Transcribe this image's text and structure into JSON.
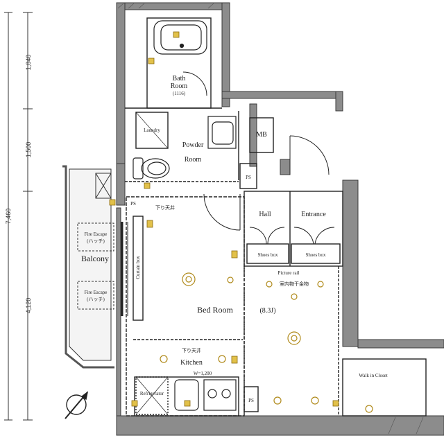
{
  "dimensions": {
    "total": "7,460",
    "upper": "1,840",
    "middle": "1,500",
    "lower": "4,120"
  },
  "rooms": {
    "bath": "Bath",
    "bath_sub": "Room",
    "bath_size": "(1116)",
    "laundry": "Laundry",
    "powder": "Powder",
    "powder_sub": "Room",
    "mb": "MB",
    "ps_top": "PS",
    "ps_bottom": "PS",
    "ps_small": "PS",
    "hall": "Hall",
    "entrance": "Entrance",
    "shoes_box_1": "Shoes box",
    "shoes_box_2": "Shoes box",
    "picture_rail": "Picture rail",
    "ceiling_fixture": "室内物干金物",
    "lowered_ceiling_1": "下り天井",
    "lowered_ceiling_2": "下り天井",
    "curtain_box": "Curtain box",
    "balcony": "Balcony",
    "fire_escape_1": "Fire Escape",
    "fire_escape_1_sub": "(ハッチ)",
    "fire_escape_2": "Fire Escape",
    "fire_escape_2_sub": "(ハッチ)",
    "bedroom": "Bed Room",
    "bedroom_size": "(8.3J)",
    "kitchen": "Kitchen",
    "kitchen_width": "W=1,200",
    "refrigerator": "Refrigerator",
    "walk_in_closet": "Walk in Closet"
  },
  "colors": {
    "wall": "#8c8c8c",
    "wall_edge": "#3a3a3a",
    "fixture": "#c9a227",
    "line": "#222222"
  },
  "icons": [
    "compass-icon",
    "ceiling-light-icon",
    "outlet-icon",
    "switch-icon"
  ]
}
